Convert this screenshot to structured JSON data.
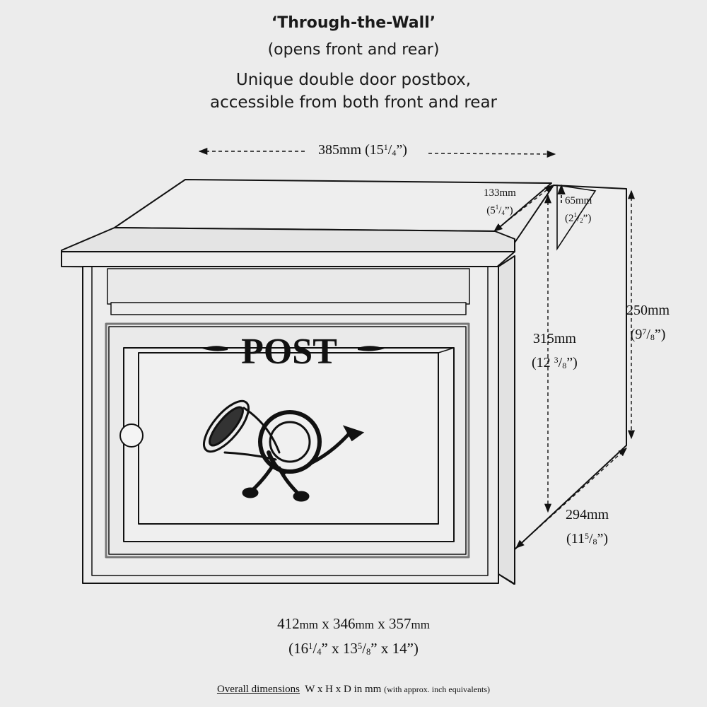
{
  "header": {
    "title": "‘Through-the-Wall’",
    "subtitle": "(opens front and rear)",
    "desc_line1": "Unique double door postbox,",
    "desc_line2": "accessible from both front and rear"
  },
  "panel": {
    "label": "POST"
  },
  "dimensions": {
    "width_top": {
      "mm": "385mm",
      "in_open": "(15",
      "in_num": "1",
      "in_den": "4",
      "in_close": "”)"
    },
    "depth_roof": {
      "mm": "133mm",
      "in_open": "(5",
      "in_num": "1",
      "in_den": "4",
      "in_close": "”)"
    },
    "slot": {
      "mm": "65mm",
      "in_open": "(2",
      "in_num": "1",
      "in_den": "2",
      "in_close": "”)"
    },
    "height_front": {
      "mm": "315mm",
      "in_open": "(12 ",
      "in_num": "3",
      "in_den": "8",
      "in_close": "”)"
    },
    "height_rear": {
      "mm": "250mm",
      "in_open": "(9",
      "in_num": "7",
      "in_den": "8",
      "in_close": "”)"
    },
    "depth_base": {
      "mm": "294mm",
      "in_open": "(11",
      "in_num": "5",
      "in_den": "8",
      "in_close": "”)"
    }
  },
  "overall": {
    "mm_w": "412",
    "mm_h": "346",
    "mm_d": "357",
    "unit": "mm",
    "x": "x",
    "in_w_whole": "16",
    "in_w_num": "1",
    "in_w_den": "4",
    "in_h_whole": "13",
    "in_h_num": "5",
    "in_h_den": "8",
    "in_d": "14",
    "caption_label": "Overall dimensions",
    "caption_wh": "W x H x D in mm",
    "caption_note": "(with approx. inch equivalents)"
  }
}
